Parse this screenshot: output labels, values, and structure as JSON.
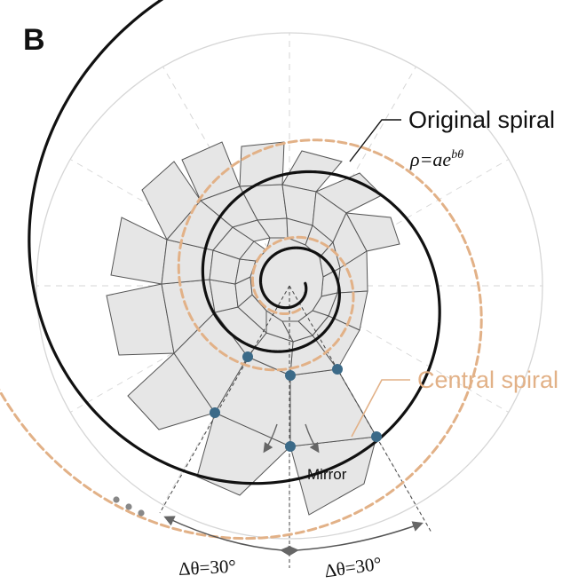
{
  "panel_label": "B",
  "labels": {
    "original_spiral": "Original spiral",
    "equation": {
      "rho": "ρ",
      "eq": "=",
      "a": "a",
      "e": "e",
      "exp": "bθ"
    },
    "central_spiral": "Central spiral",
    "mirror": "Mirror",
    "delta_left": "Δθ=30°",
    "delta_right": "Δθ=30°"
  },
  "colors": {
    "spiral": "#111111",
    "central": "#e2b187",
    "panel_fill": "#e6e6e6",
    "panel_edge": "#555555",
    "node": "#3b6a88",
    "guide": "#cccccc"
  }
}
